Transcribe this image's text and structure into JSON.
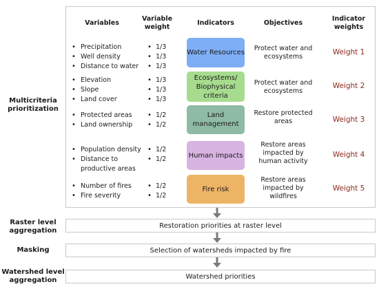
{
  "side_labels": {
    "multicriteria": "Multicriteria prioritization",
    "raster": "Raster level aggregation",
    "masking": "Masking",
    "watershed": "Watershed level aggregation"
  },
  "headers": {
    "variables": "Variables",
    "variable_weight": "Variable weight",
    "indicators": "Indicators",
    "objectives": "Objectives",
    "indicator_weights": "Indicator weights"
  },
  "rows": [
    {
      "variables": [
        "Precipitation",
        "Well density",
        "Distance to water"
      ],
      "weights": [
        "1/3",
        "1/3",
        "1/3"
      ],
      "indicator": "Water Resources",
      "indicator_color": "#7eaef5",
      "objective": "Protect water and ecosystems",
      "weight": "Weight 1"
    },
    {
      "variables": [
        "Elevation",
        "Slope",
        "Land cover"
      ],
      "weights": [
        "1/3",
        "1/3",
        "1/3"
      ],
      "indicator": "Ecosystems/ Biophysical criteria",
      "indicator_color": "#a7dc8f",
      "objective": "Protect water and ecosystems",
      "weight": "Weight 2"
    },
    {
      "variables": [
        "Protected areas",
        "Land ownership"
      ],
      "weights": [
        "1/2",
        "1/2"
      ],
      "indicator": "Land management",
      "indicator_color": "#8fbaa6",
      "objective": "Restore protected areas",
      "weight": "Weight 3"
    },
    {
      "variables": [
        "Population density",
        "Distance to productive areas"
      ],
      "weights": [
        "1/2",
        "1/2"
      ],
      "indicator": "Human impacts",
      "indicator_color": "#d8b4e2",
      "objective": "Restore areas impacted by human activity",
      "weight": "Weight 4"
    },
    {
      "variables": [
        "Number of fires",
        "Fire severity"
      ],
      "weights": [
        "1/2",
        "1/2"
      ],
      "indicator": "Fire risk",
      "indicator_color": "#eeb466",
      "objective": "Restore areas impacted by wildfires",
      "weight": "Weight 5"
    }
  ],
  "weight_color": "#8b2a1f",
  "stages": {
    "raster": "Restoration priorities at raster level",
    "masking": "Selection of watersheds impacted by fire",
    "watershed": "Watershed priorities"
  }
}
